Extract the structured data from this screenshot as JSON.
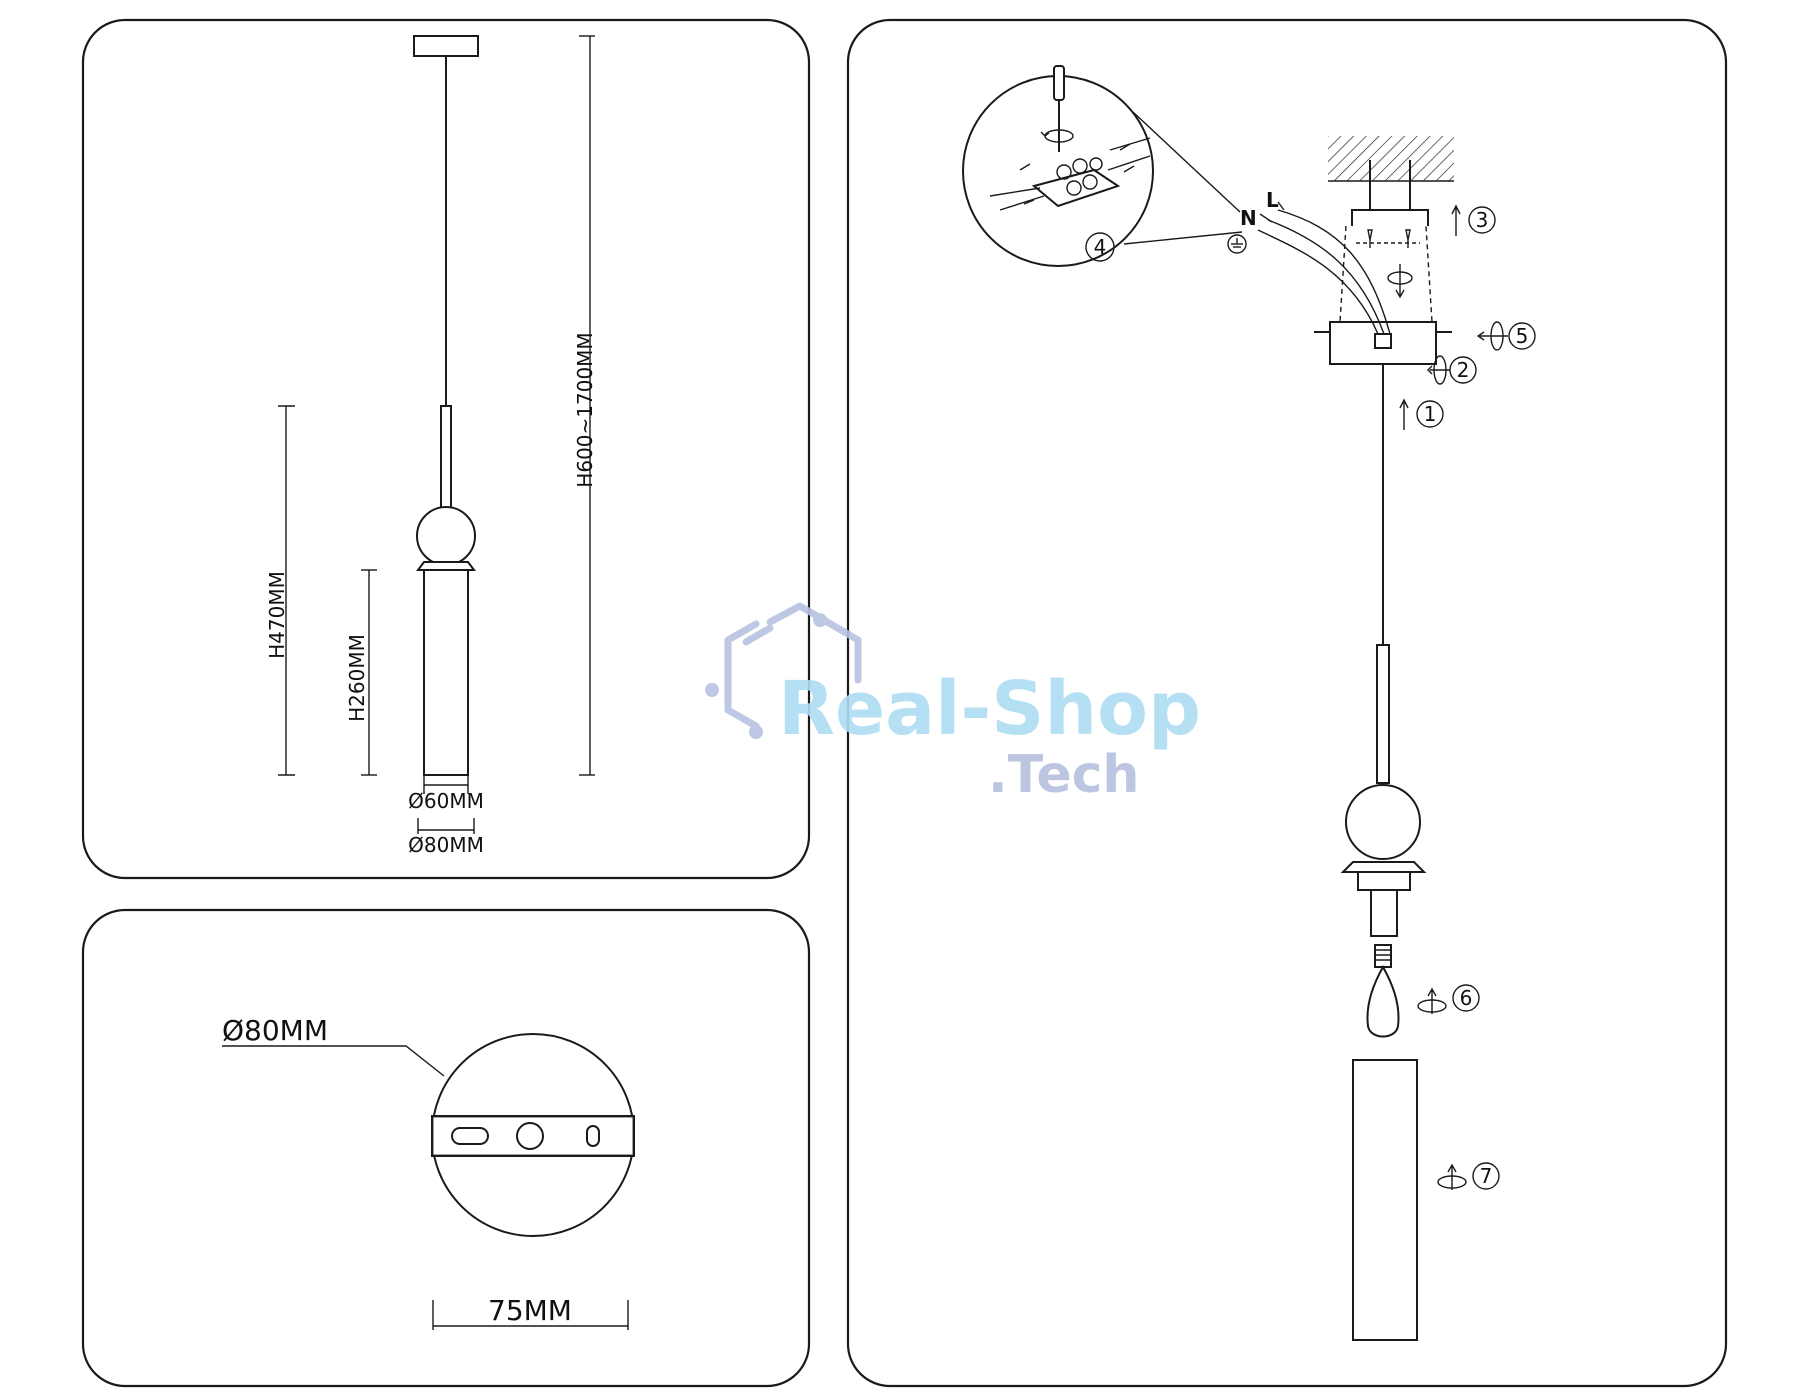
{
  "dimensions": {
    "total_height": "H600~1700MM",
    "lamp_height": "H470MM",
    "shade_height": "H260MM",
    "shade_diameter": "Ø60MM",
    "base_diameter": "Ø80MM"
  },
  "canopy": {
    "diameter": "Ø80MM",
    "bracket_width": "75MM"
  },
  "wiring": {
    "neutral": "N",
    "live": "L"
  },
  "steps": [
    "1",
    "2",
    "3",
    "4",
    "5",
    "6",
    "7"
  ],
  "watermark": {
    "brand": "Real-Shop",
    "suffix": ".Tech"
  },
  "colors": {
    "line": "#1a1a1a",
    "watermark_blue": "#aedcf2",
    "watermark_lavender": "#b5c0de"
  },
  "icons": [
    "screwdriver-icon",
    "rotate-arrow-icon",
    "up-arrow-icon",
    "ground-icon"
  ]
}
